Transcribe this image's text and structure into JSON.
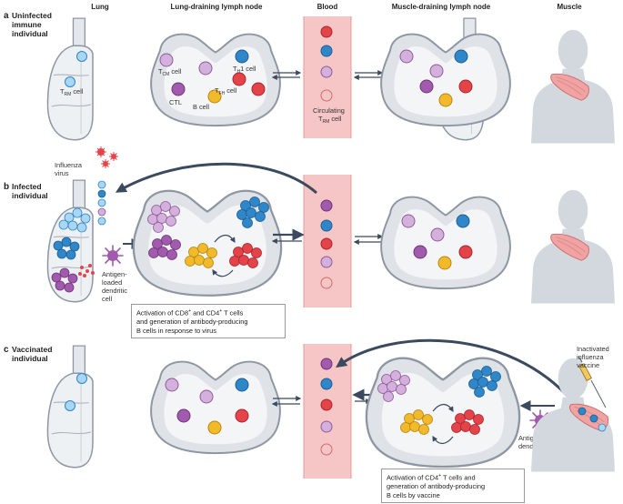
{
  "columns": {
    "lung": "Lung",
    "lung_node": "Lung-draining lymph node",
    "blood": "Blood",
    "muscle_node": "Muscle-draining lymph node",
    "muscle": "Muscle"
  },
  "panels": {
    "a": {
      "letter": "a",
      "title_line1": "Uninfected",
      "title_line2": "immune",
      "title_line3": "individual"
    },
    "b": {
      "letter": "b",
      "title_line1": "Infected",
      "title_line2": "individual"
    },
    "c": {
      "letter": "c",
      "title_line1": "Vaccinated",
      "title_line2": "individual"
    }
  },
  "labels": {
    "trm": "T",
    "trm_sub": "RM",
    "trm_tail": " cell",
    "tcm": "T",
    "tcm_sub": "CM",
    "tcm_tail": " cell",
    "th1": "T",
    "th1_sub": "H",
    "th1_tail": "1 cell",
    "tfh": "T",
    "tfh_sub": "FH",
    "tfh_tail": " cell",
    "ctl": "CTL",
    "bcell": "B cell",
    "circ_line1": "Circulating",
    "circ_line2": "T",
    "circ_sub": "RM",
    "circ_tail": " cell",
    "influenza_line1": "Influenza",
    "influenza_line2": "virus",
    "dc_line1": "Antigen-",
    "dc_line2": "loaded",
    "dc_line3": "dendritic",
    "dc_line4": "cell",
    "vaccine_line1": "Inactivated",
    "vaccine_line2": "influenza",
    "vaccine_line3": "vaccine",
    "dc_c_line1": "Antigen-loaded",
    "dc_c_line2": "dendritic cell"
  },
  "captions": {
    "b": {
      "line1": "Activation of CD8",
      "line1_sup": "+",
      "line1_mid": " and CD4",
      "line1_sup2": "+",
      "line1_tail": " T cells",
      "line2": "and generation of antibody-producing",
      "line3": "B cells in response to virus"
    },
    "c": {
      "line1": "Activation of CD4",
      "line1_sup": "+",
      "line1_tail": " T cells and",
      "line2": "generation of antibody-producing",
      "line3": "B cells by vaccine"
    }
  },
  "colors": {
    "trm_blue": "#a9d6f2",
    "th1_blue": "#2f86c8",
    "cd4_purple": "#d4b0dd",
    "ctl_purple": "#a25aae",
    "tfh_red": "#e5434a",
    "bcell_yellow": "#f2b92a",
    "blood_pink": "#f6c6c6",
    "node_gray": "#dfe3e8",
    "body_gray": "#d3d8de",
    "muscle_red": "#f0a3a3",
    "arrow_dark": "#3b4a5e"
  }
}
